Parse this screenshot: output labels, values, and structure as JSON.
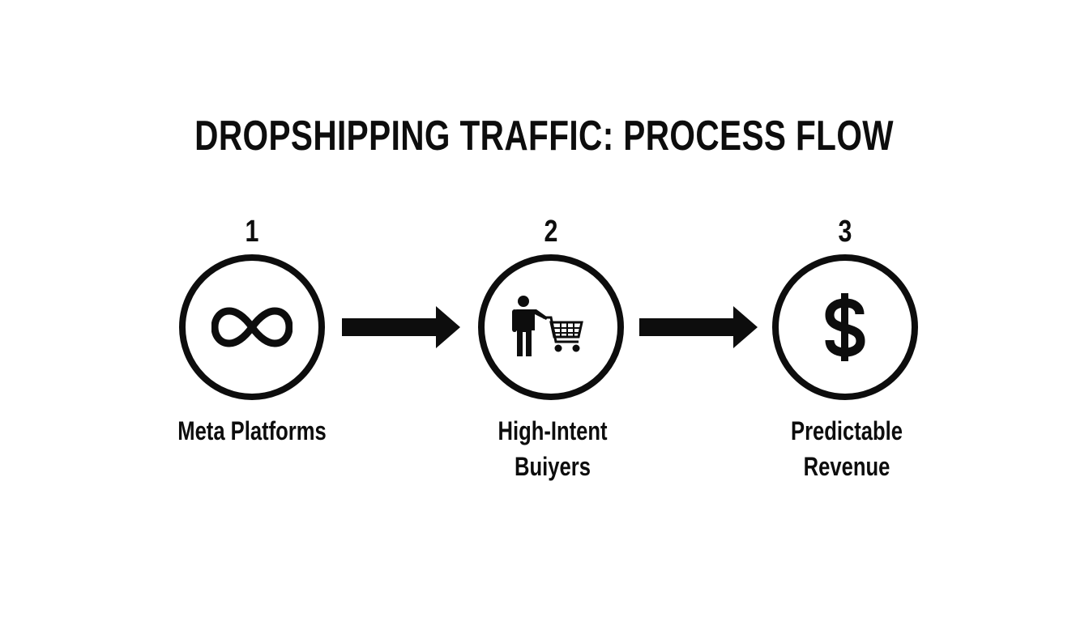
{
  "title": "DROPSHIPPING TRAFFIC: PROCESS FLOW",
  "colors": {
    "ink": "#0d0d0d",
    "background": "#ffffff"
  },
  "steps": [
    {
      "number": "1",
      "icon": "infinity-icon",
      "label_lines": [
        "Meta Platforms"
      ]
    },
    {
      "number": "2",
      "icon": "shopper-cart-icon",
      "label_lines": [
        "High-Intent",
        "Buiyers"
      ]
    },
    {
      "number": "3",
      "icon": "dollar-icon",
      "label_lines": [
        "Predictable",
        "Revenue"
      ]
    }
  ],
  "connectors": [
    {
      "from": "1",
      "to": "2",
      "type": "arrow-right"
    },
    {
      "from": "2",
      "to": "3",
      "type": "arrow-right"
    }
  ]
}
